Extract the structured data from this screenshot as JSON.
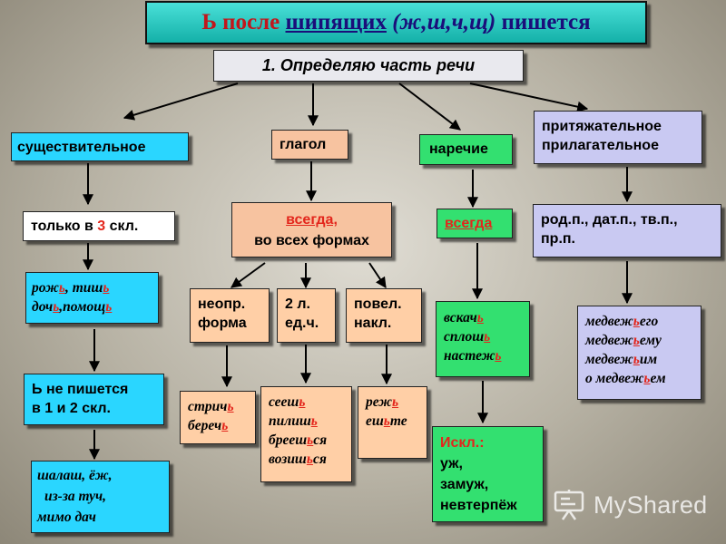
{
  "title": {
    "pre": "Ь после ",
    "word": "шипящих",
    "letters": " (ж,ш,ч,щ)",
    "post": " пишется"
  },
  "step1": "1. Определяю часть речи",
  "noun": {
    "label": "существительное",
    "rule": {
      "pre": "только в ",
      "num": "3",
      "post": " скл."
    },
    "examples": [
      [
        {
          "t": "рож"
        },
        {
          "t": "ь",
          "r": true
        },
        {
          "t": ", тиш"
        },
        {
          "t": "ь",
          "r": true
        }
      ],
      [
        {
          "t": "доч"
        },
        {
          "t": "ь",
          "r": true
        },
        {
          "t": ",помощ"
        },
        {
          "t": "ь",
          "r": true
        }
      ]
    ],
    "no_soft": [
      "Ь не пишется",
      "в 1 и 2 скл."
    ],
    "exceptions": [
      "шалаш, ёж,",
      "из-за туч,",
      "мимо дач"
    ]
  },
  "verb": {
    "label": "глагол",
    "rule_top": "всегда,",
    "rule_bottom": "во всех формах",
    "inf": {
      "label": [
        "неопр.",
        "форма"
      ],
      "examples": [
        [
          {
            "t": "стрич"
          },
          {
            "t": "ь",
            "r": true
          }
        ],
        [
          {
            "t": "береч"
          },
          {
            "t": "ь",
            "r": true
          }
        ]
      ]
    },
    "second": {
      "label": [
        "2 л.",
        "ед.ч."
      ],
      "examples": [
        [
          {
            "t": "сееш"
          },
          {
            "t": "ь",
            "r": true
          }
        ],
        [
          {
            "t": "пилиш"
          },
          {
            "t": "ь",
            "r": true
          }
        ],
        [
          {
            "t": "брееш"
          },
          {
            "t": "ь",
            "r": true
          },
          {
            "t": "ся"
          }
        ],
        [
          {
            "t": "возиш"
          },
          {
            "t": "ь",
            "r": true
          },
          {
            "t": "ся"
          }
        ]
      ]
    },
    "imper": {
      "label": [
        "повел.",
        "накл."
      ],
      "examples": [
        [
          {
            "t": "реж"
          },
          {
            "t": "ь",
            "r": true
          }
        ],
        [
          {
            "t": "еш"
          },
          {
            "t": "ь",
            "r": true
          },
          {
            "t": "те"
          }
        ]
      ]
    }
  },
  "adverb": {
    "label": "наречие",
    "rule": "всегда",
    "examples": [
      [
        {
          "t": "вскач"
        },
        {
          "t": "ь",
          "r": true
        }
      ],
      [
        {
          "t": "сплош"
        },
        {
          "t": "ь",
          "r": true
        }
      ],
      [
        {
          "t": "настеж"
        },
        {
          "t": "ь",
          "r": true
        }
      ]
    ],
    "exceptions_title": "Искл.:",
    "exceptions": [
      "уж,",
      "замуж,",
      "невтерпёж"
    ]
  },
  "adj": {
    "label": [
      "притяжательное",
      "прилагательное"
    ],
    "rule": [
      "род.п., дат.п., тв.п.,",
      "пр.п."
    ],
    "examples": [
      [
        {
          "t": "медвеж"
        },
        {
          "t": "ь",
          "r": true
        },
        {
          "t": "его"
        }
      ],
      [
        {
          "t": "медвеж"
        },
        {
          "t": "ь",
          "r": true
        },
        {
          "t": "ему"
        }
      ],
      [
        {
          "t": "медвеж"
        },
        {
          "t": "ь",
          "r": true
        },
        {
          "t": "им"
        }
      ],
      [
        {
          "t": "о медвеж"
        },
        {
          "t": "ь",
          "r": true
        },
        {
          "t": "ем"
        }
      ]
    ]
  },
  "watermark": {
    "text": "MyShared",
    "icon": "presentation-board-icon"
  },
  "colors": {
    "accent_red": "#e3261c",
    "teal": "#14b0a8",
    "cyan": "#2ad6ff",
    "salmon": "#f7c3a0",
    "green": "#33e070",
    "lavender": "#c9c9f2"
  }
}
